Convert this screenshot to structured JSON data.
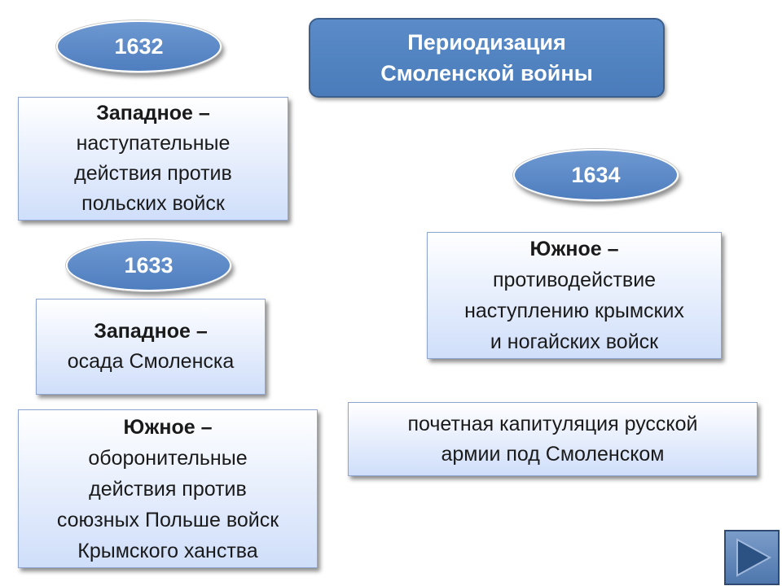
{
  "title": {
    "line1": "Периодизация",
    "line2": "Смоленской войны"
  },
  "years": {
    "y1632": "1632",
    "y1633": "1633",
    "y1634": "1634"
  },
  "boxes": {
    "west_1632": {
      "head": "Западное –",
      "lines": [
        "наступательные",
        "действия против",
        "польских войск"
      ]
    },
    "west_1633": {
      "head": "Западное –",
      "lines": [
        "осада Смоленска"
      ]
    },
    "south_1633": {
      "head": "Южное –",
      "lines": [
        "оборонительные",
        "действия против",
        "союзных Польше войск",
        "Крымского ханства"
      ]
    },
    "south_1634": {
      "head": "Южное –",
      "lines": [
        "противодействие",
        "наступлению крымских",
        "и ногайских войск"
      ]
    },
    "capitulation": {
      "lines": [
        "почетная капитуляция русской",
        "армии под Смоленском"
      ]
    }
  },
  "icons": {
    "next": "play-triangle-icon"
  }
}
